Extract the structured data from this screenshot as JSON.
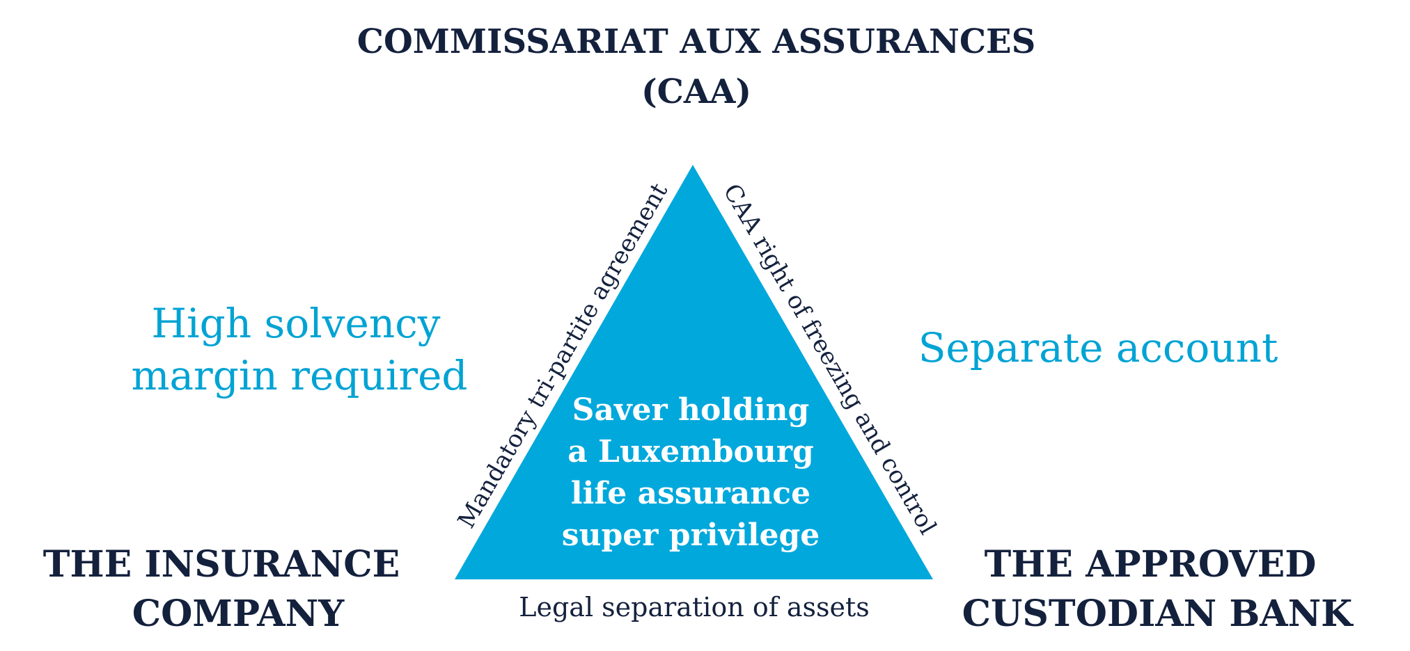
{
  "colors": {
    "triangle": "#00a8dc",
    "dark_text": "#14213d",
    "accent_text": "#00a3d4",
    "center_text": "#ffffff"
  },
  "top_node": {
    "line1": "COMMISSARIAT AUX ASSURANCES",
    "line2": "(CAA)"
  },
  "left_node": {
    "line1": "THE INSURANCE",
    "line2": "COMPANY"
  },
  "right_node": {
    "line1": "THE APPROVED",
    "line2": "CUSTODIAN BANK"
  },
  "left_feature": {
    "line1": "High solvency",
    "line2": "margin required"
  },
  "right_feature": {
    "line1": "Separate account"
  },
  "edges": {
    "left": "Mandatory tri-partite agreement",
    "right": "CAA right of freezing and control",
    "bottom": "Legal separation of assets"
  },
  "center": {
    "line1": "Saver holding",
    "line2": "a Luxembourg",
    "line3": "life assurance",
    "line4": "super privilege"
  }
}
